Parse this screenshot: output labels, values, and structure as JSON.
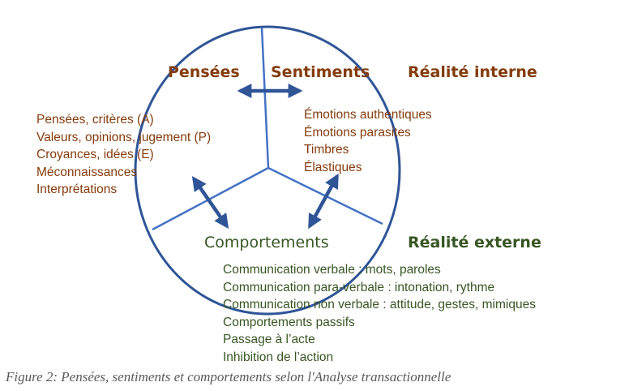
{
  "diagram": {
    "headings": {
      "pensees": "Pensées",
      "sentiments": "Sentiments",
      "realite_interne": "Réalité interne",
      "comportements": "Comportements",
      "realite_externe": "Réalité externe"
    },
    "pensees_items": [
      "Pensées, critères (A)",
      "Valeurs, opinions, jugement (P)",
      "Croyances, idées (E)",
      "Méconnaissances",
      "Interprétations"
    ],
    "sentiments_items": [
      "Émotions authentiques",
      "Émotions parasites",
      "Timbres",
      "Élastiques"
    ],
    "comportements_items": [
      "Communication verbale : mots, paroles",
      "Communication para-verbale : intonation, rythme",
      "Communication non verbale : attitude, gestes, mimiques",
      "Comportements passifs",
      "Passage à l’acte",
      "Inhibition de l’action"
    ],
    "colors": {
      "circle": "#2F5597",
      "dividers": "#4472C4",
      "brown": "#843C0C",
      "green": "#375623"
    }
  },
  "caption": "Figure 2: Pensées, sentiments et comportements selon l'Analyse transactionnelle"
}
